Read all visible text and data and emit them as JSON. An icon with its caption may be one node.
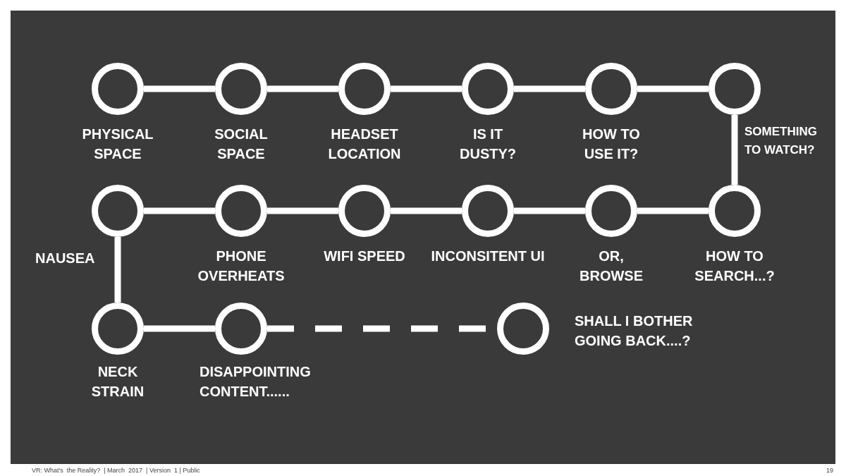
{
  "diagram": {
    "nodes": [
      {
        "text": [],
        "shape": "circle",
        "beside": [
          "PHYSICAL SPACE"
        ]
      },
      {
        "text": [],
        "shape": "circle",
        "beside": [
          "SOCIAL SPACE"
        ]
      },
      {
        "text": [],
        "shape": "circle",
        "beside": [
          "HEADSET LOCATION"
        ]
      },
      {
        "text": [],
        "shape": "circle",
        "beside": [
          "IS IT DUSTY?"
        ]
      },
      {
        "text": [],
        "shape": "circle",
        "beside": [
          "HOW TO USE IT?"
        ]
      },
      {
        "text": [],
        "shape": "circle",
        "beside": [
          "SOMETHING TO WATCH?"
        ]
      },
      {
        "text": [],
        "shape": "circle",
        "beside": [
          "NAUSEA"
        ]
      },
      {
        "text": [],
        "shape": "circle",
        "beside": [
          "PHONE OVERHEATS"
        ]
      },
      {
        "text": [],
        "shape": "circle",
        "beside": [
          "WIFI SPEED"
        ]
      },
      {
        "text": [],
        "shape": "circle",
        "beside": [
          "INCONSITENT UI"
        ]
      },
      {
        "text": [],
        "shape": "circle",
        "beside": [
          "OR, BROWSE"
        ]
      },
      {
        "text": [],
        "shape": "circle",
        "beside": [
          "HOW TO SEARCH...?"
        ]
      },
      {
        "text": [],
        "shape": "circle",
        "beside": [
          "NECK STRAIN"
        ]
      },
      {
        "text": [],
        "shape": "circle",
        "beside": [
          "DISAPPOINTING CONTENT......"
        ]
      },
      {
        "text": [],
        "shape": "circle",
        "beside": [
          "SHALL I BOTHER GOING BACK....?"
        ]
      }
    ],
    "edges": [
      {
        "from": 0,
        "to": 1,
        "arrow": "none"
      },
      {
        "from": 1,
        "to": 2,
        "arrow": "none"
      },
      {
        "from": 2,
        "to": 3,
        "arrow": "none"
      },
      {
        "from": 3,
        "to": 4,
        "arrow": "none"
      },
      {
        "from": 4,
        "to": 5,
        "arrow": "none"
      },
      {
        "from": 5,
        "to": 11,
        "arrow": "none"
      },
      {
        "from": 11,
        "to": 10,
        "arrow": "none"
      },
      {
        "from": 10,
        "to": 9,
        "arrow": "none"
      },
      {
        "from": 9,
        "to": 8,
        "arrow": "none"
      },
      {
        "from": 8,
        "to": 7,
        "arrow": "none"
      },
      {
        "from": 7,
        "to": 6,
        "arrow": "none"
      },
      {
        "from": 6,
        "to": 12,
        "arrow": "none"
      },
      {
        "from": 12,
        "to": 13,
        "arrow": "none"
      },
      {
        "from": 13,
        "to": 14,
        "arrow": "none",
        "style": "dashed"
      }
    ],
    "labels": [
      "VR: What's  the Reality?  | March  2017  | Version  1 | Public",
      "19"
    ]
  }
}
